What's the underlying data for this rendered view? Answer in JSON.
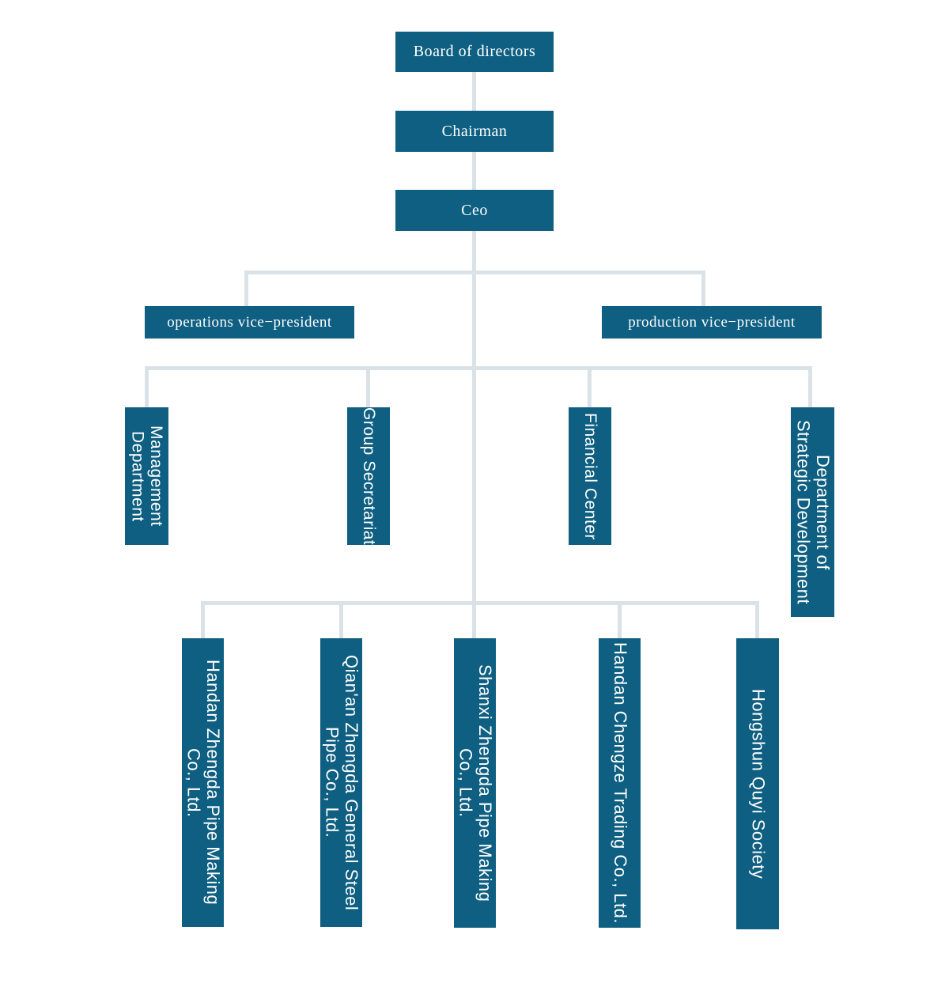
{
  "diagram": {
    "type": "organizational-chart",
    "background": "#ffffff"
  },
  "colors": {
    "box": "#0e5f81",
    "line": "#dbe2e7",
    "text": "#ffffff"
  },
  "nodes": {
    "board": {
      "label": "Board of directors"
    },
    "chairman": {
      "label": "Chairman"
    },
    "ceo": {
      "label": "Ceo"
    },
    "operations_vp": {
      "label": "operations vice−president"
    },
    "production_vp": {
      "label": "production vice−president"
    },
    "management_department": {
      "label": "Management Department",
      "lines": [
        "Management",
        "Department"
      ]
    },
    "group_secretariat": {
      "label": "Group Secretariat",
      "lines": [
        "Group Secretariat"
      ]
    },
    "financial_center": {
      "label": "Financial Center",
      "lines": [
        "Financial Center"
      ]
    },
    "strategic_development": {
      "label": "Department of Strategic Development",
      "lines": [
        "Department of",
        "Strategic Development"
      ]
    },
    "handan_zhengda": {
      "label": "Handan Zhengda Pipe Making Co., Ltd.",
      "lines": [
        "Handan Zhengda Pipe Making",
        "Co., Ltd."
      ]
    },
    "qianan_zhengda": {
      "label": "Qian'an Zhengda General Steel Pipe Co., Ltd.",
      "lines": [
        "Qian'an Zhengda General Steel",
        "Pipe Co., Ltd."
      ]
    },
    "shanxi_zhengda": {
      "label": "Shanxi Zhengda Pipe Making Co., Ltd.",
      "lines": [
        "Shanxi Zhengda Pipe Making",
        "Co., Ltd."
      ]
    },
    "handan_chengze": {
      "label": "Handan Chengze Trading Co., Ltd.",
      "lines": [
        "Handan Chengze Trading Co., Ltd."
      ]
    },
    "hongshun_quyi": {
      "label": "Hongshun Quyi Society",
      "lines": [
        "Hongshun Quyi Society"
      ]
    }
  },
  "edges": [
    {
      "from": "Board of directors",
      "to": "Chairman"
    },
    {
      "from": "Chairman",
      "to": "Ceo"
    },
    {
      "from": "Ceo",
      "to": "operations vice−president"
    },
    {
      "from": "Ceo",
      "to": "production vice−president"
    },
    {
      "from": "Ceo",
      "to": "Management Department"
    },
    {
      "from": "Ceo",
      "to": "Group Secretariat"
    },
    {
      "from": "Ceo",
      "to": "Financial Center"
    },
    {
      "from": "Ceo",
      "to": "Department of Strategic Development"
    },
    {
      "from": "Ceo",
      "to": "Handan Zhengda Pipe Making Co., Ltd."
    },
    {
      "from": "Ceo",
      "to": "Qian'an Zhengda General Steel Pipe Co., Ltd."
    },
    {
      "from": "Ceo",
      "to": "Shanxi Zhengda Pipe Making Co., Ltd."
    },
    {
      "from": "Ceo",
      "to": "Handan Chengze Trading Co., Ltd."
    },
    {
      "from": "Ceo",
      "to": "Hongshun Quyi Society"
    }
  ]
}
